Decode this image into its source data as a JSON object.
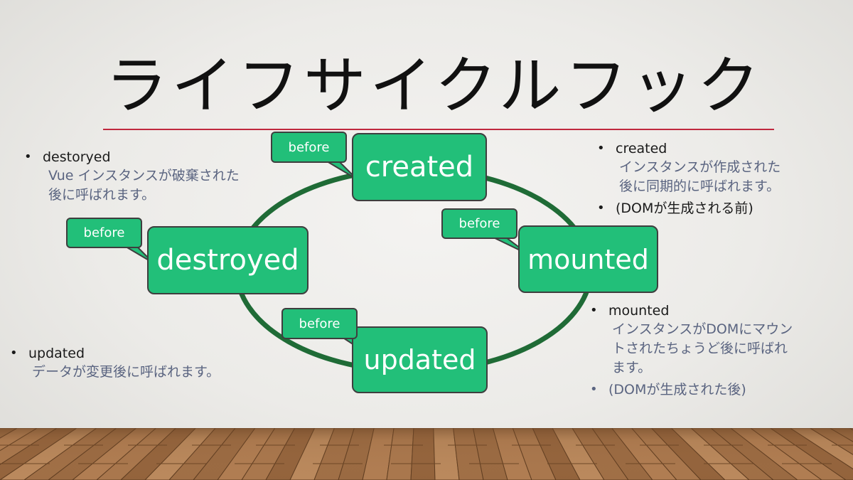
{
  "slide": {
    "title": "ライフサイクルフック",
    "colors": {
      "accent_rule": "#c0283e",
      "node_fill": "#22bf79",
      "cycle_stroke": "#1f6b36",
      "note_body": "#5a6480"
    }
  },
  "lifecycle": {
    "nodes": {
      "created": "created",
      "mounted": "mounted",
      "updated": "updated",
      "destroyed": "destroyed"
    },
    "before_label": "before"
  },
  "notes": {
    "bullet": "•",
    "destroyed": {
      "title": "destoryed",
      "lines": [
        "Vue インスタンスが破棄された",
        "後に呼ばれます。"
      ]
    },
    "created": {
      "title": "created",
      "lines": [
        "インスタンスが作成された",
        "後に同期的に呼ばれます。"
      ],
      "extra": "(DOMが生成される前)"
    },
    "mounted": {
      "title": "mounted",
      "lines": [
        "インスタンスがDOMにマウン",
        "トされたちょうど後に呼ばれ",
        "ます。"
      ],
      "extra": "(DOMが生成された後)"
    },
    "updated": {
      "title": "updated",
      "lines": [
        "データが変更後に呼ばれます。"
      ]
    }
  }
}
